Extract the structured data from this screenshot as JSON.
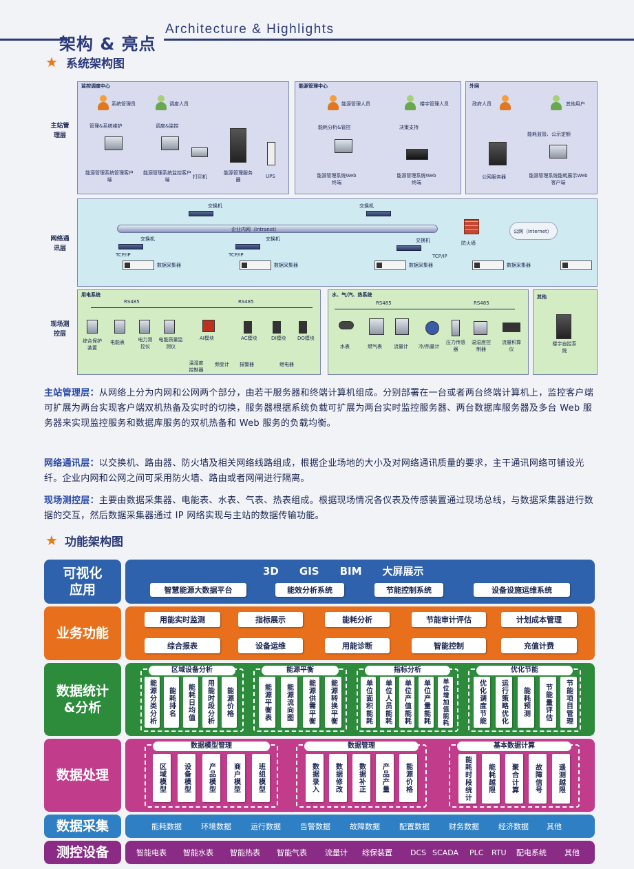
{
  "header": {
    "cn": "架构 & 亮点",
    "en": "Architecture & Highlights"
  },
  "sys_title": "系统架构图",
  "func_title": "功能架构图",
  "layers": {
    "l1": "主站管理层",
    "l2": "网络通讯层",
    "l3": "现场测控层"
  },
  "panels": {
    "monitor": "监控调度中心",
    "energy": "能源管理中心",
    "external": "外网",
    "elec": "用电系统",
    "water": "水、气/汽、热系统",
    "other": "其他"
  },
  "top": {
    "sysadmin": "系统管理员",
    "dispatcher": "调度人员",
    "mgmt_maint": "管理&系统维护",
    "dispatch_monitor": "调度&监控",
    "client1": "能源管理系统管理客户端",
    "client2": "能源管理系统监控客户端",
    "printer": "打印机",
    "server": "能源管理服务器",
    "ups": "UPS",
    "eng_user": "能源管理人员",
    "bld_user": "楼宇管理人员",
    "analysis": "能耗分析&管控",
    "decision": "决策支持",
    "web1": "能源管理系统Web终端",
    "web2": "能源管理系统Web终端",
    "gov": "政府人员",
    "other_user": "其他用户",
    "pub": "能耗监管、公示定额",
    "pub_server": "公网服务器",
    "web_pub": "能源管理系统能耗展示Web客户端"
  },
  "net": {
    "switch": "交换机",
    "intranet": "企业内网（Intranet）",
    "firewall": "防火墙",
    "internet": "公网（Internet）",
    "tcpip": "TCP/IP",
    "collector": "数据采集器",
    "rs485": "RS485"
  },
  "field": {
    "d1": "综合保护装置",
    "d2": "电能表",
    "d3": "电力测控仪",
    "d4": "电能质量监测仪",
    "ai": "AI模块",
    "ac": "AC模块",
    "di": "DI模块",
    "do": "DO模块",
    "temp": "温湿度控制器",
    "freq": "频变计",
    "alarm": "报警器",
    "relay": "继电器",
    "w1": "水表",
    "w2": "燃气表",
    "w3": "流量计",
    "w4": "冷/热量计",
    "w5": "压力传感器",
    "w6": "温湿度控制器",
    "w7": "流量积算仪",
    "bld": "楼宇自控系统"
  },
  "paras": [
    {
      "label": "主站管理层：",
      "text": "从网络上分为内网和公网两个部分，由若干服务器和终端计算机组成。分别部署在一台或者两台终端计算机上，监控客户端可扩展为两台实现客户端双机热备及实时的切换，服务器根据系统负载可扩展为两台实时监控服务器、两台数据库服务器及多台 Web 服务器来实现监控服务和数据库服务的双机热备和 Web 服务的负载均衡。"
    },
    {
      "label": "网络通讯层：",
      "text": "以交换机、路由器、防火墙及相关网络线路组成，根据企业场地的大小及对网络通讯质量的要求，主干通讯网络可铺设光纤。企业内网和公网之间可采用防火墙、路由或者网闸进行隔离。"
    },
    {
      "label": "现场测控层：",
      "text": "主要由数据采集器、电能表、水表、气表、热表组成。根据现场情况各仪表及传感装置通过现场总线，与数据采集器进行数据的交互，然后数据采集器通过 IP 网络实现与主站的数据传输功能。"
    }
  ],
  "func": {
    "viz": {
      "label": "可视化应用",
      "top": "3D　　GIS　　BIM　　大屏展示",
      "items": [
        "智慧能源大数据平台",
        "能效分析系统",
        "节能控制系统",
        "设备设施运维系统"
      ]
    },
    "biz": {
      "label": "业务功能",
      "items": [
        "用能实时监测",
        "指标展示",
        "能耗分析",
        "节能审计评估",
        "计划成本管理",
        "综合报表",
        "设备运维",
        "用能诊断",
        "智能控制",
        "充值计费"
      ]
    },
    "stat": {
      "label": "数据统计&分析",
      "groups": [
        {
          "title": "区域设备分析",
          "items": [
            "能源分类分析",
            "能耗排名",
            "能耗日均值",
            "用能时段分析",
            "能源价格"
          ]
        },
        {
          "title": "能源平衡",
          "items": [
            "能源平衡表",
            "能源流向图",
            "能源供需平衡",
            "能源转换平衡"
          ]
        },
        {
          "title": "指标分析",
          "items": [
            "单位面积能耗",
            "单位人员能耗",
            "单位产值能耗",
            "单位产量能耗",
            "单位增加值能耗"
          ]
        },
        {
          "title": "优化节能",
          "items": [
            "优化调度节能",
            "运行策略优化",
            "能耗预测",
            "节能量评估",
            "节能项目管理"
          ]
        }
      ]
    },
    "proc": {
      "label": "数据处理",
      "groups": [
        {
          "title": "数据模型管理",
          "items": [
            "区域模型",
            "设备模型",
            "产品模型",
            "商户模型",
            "班组模型"
          ]
        },
        {
          "title": "数据管理",
          "items": [
            "数据录入",
            "数据修改",
            "数据补正",
            "产品产量",
            "能源价格"
          ]
        },
        {
          "title": "基本数据计算",
          "items": [
            "能耗时段统计",
            "能耗越限",
            "聚合计算",
            "故障信号",
            "遥测越限"
          ]
        }
      ]
    },
    "collect": {
      "label": "数据采集",
      "items": [
        "能耗数据",
        "环境数据",
        "运行数据",
        "告警数据",
        "故障数据",
        "配置数据",
        "财务数据",
        "经济数据",
        "其他"
      ]
    },
    "device": {
      "label": "测控设备",
      "items": [
        "智能电表",
        "智能水表",
        "智能热表",
        "智能气表",
        "流量计",
        "综保装置",
        "DCS",
        "SCADA",
        "PLC",
        "RTU",
        "配电系统",
        "其他"
      ]
    }
  },
  "colors": {
    "viz": "#2f62ad",
    "biz": "#e8701c",
    "stat": "#2d8c3c",
    "proc": "#c23c8c",
    "collect": "#2f7fc4",
    "device": "#8a2c86"
  }
}
